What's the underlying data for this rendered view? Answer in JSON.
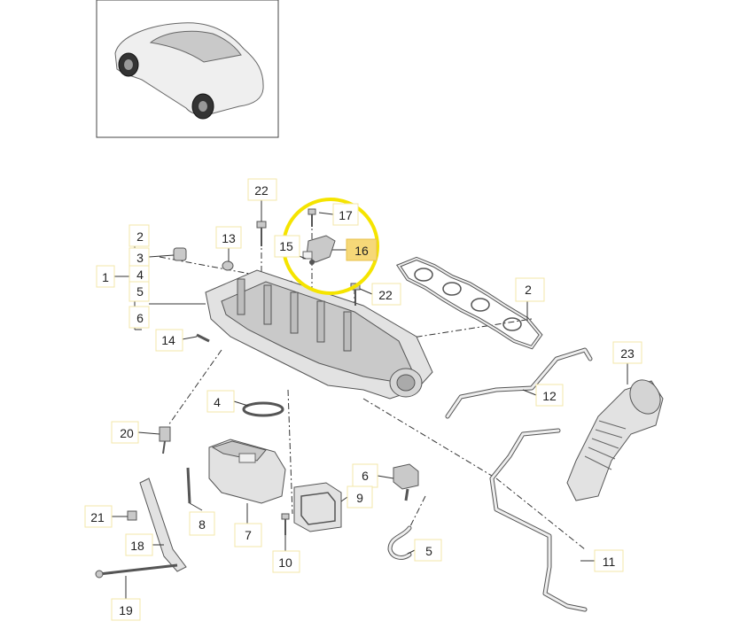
{
  "diagram": {
    "highlighted_part": "16",
    "highlight_color": "#f5e400",
    "highlight_box_color": "#f6d878",
    "callouts": [
      {
        "id": "c1",
        "label": "1"
      },
      {
        "id": "c2a",
        "label": "2"
      },
      {
        "id": "c3",
        "label": "3"
      },
      {
        "id": "c4a",
        "label": "4"
      },
      {
        "id": "c5a",
        "label": "5"
      },
      {
        "id": "c6a",
        "label": "6"
      },
      {
        "id": "c13",
        "label": "13"
      },
      {
        "id": "c14",
        "label": "14"
      },
      {
        "id": "c15",
        "label": "15"
      },
      {
        "id": "c16",
        "label": "16"
      },
      {
        "id": "c17",
        "label": "17"
      },
      {
        "id": "c22a",
        "label": "22"
      },
      {
        "id": "c22b",
        "label": "22"
      },
      {
        "id": "c2b",
        "label": "2"
      },
      {
        "id": "c23",
        "label": "23"
      },
      {
        "id": "c12",
        "label": "12"
      },
      {
        "id": "c4b",
        "label": "4"
      },
      {
        "id": "c20",
        "label": "20"
      },
      {
        "id": "c6b",
        "label": "6"
      },
      {
        "id": "c9",
        "label": "9"
      },
      {
        "id": "c21",
        "label": "21"
      },
      {
        "id": "c8",
        "label": "8"
      },
      {
        "id": "c7",
        "label": "7"
      },
      {
        "id": "c5b",
        "label": "5"
      },
      {
        "id": "c18",
        "label": "18"
      },
      {
        "id": "c10",
        "label": "10"
      },
      {
        "id": "c11",
        "label": "11"
      },
      {
        "id": "c19",
        "label": "19"
      }
    ]
  }
}
